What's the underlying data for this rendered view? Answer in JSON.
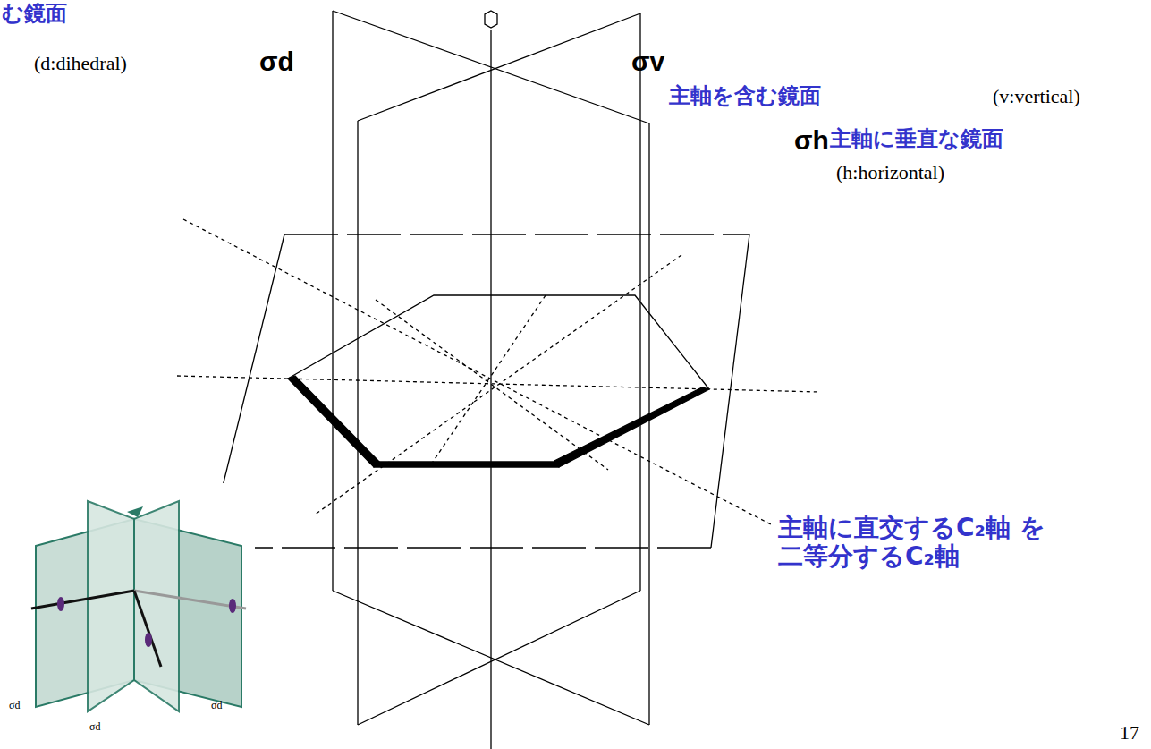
{
  "diagram": {
    "labels": [
      "む鏡面",
      "(d:dihedral)",
      "σd",
      "σv",
      "主軸を含む鏡面",
      "(v:vertical)",
      "σh",
      "主軸に垂直な鏡面",
      "(h:horizontal)",
      "主軸に直交するC₂軸 を二等分するC₂軸",
      "σd",
      "σd",
      "σd",
      "17"
    ]
  }
}
